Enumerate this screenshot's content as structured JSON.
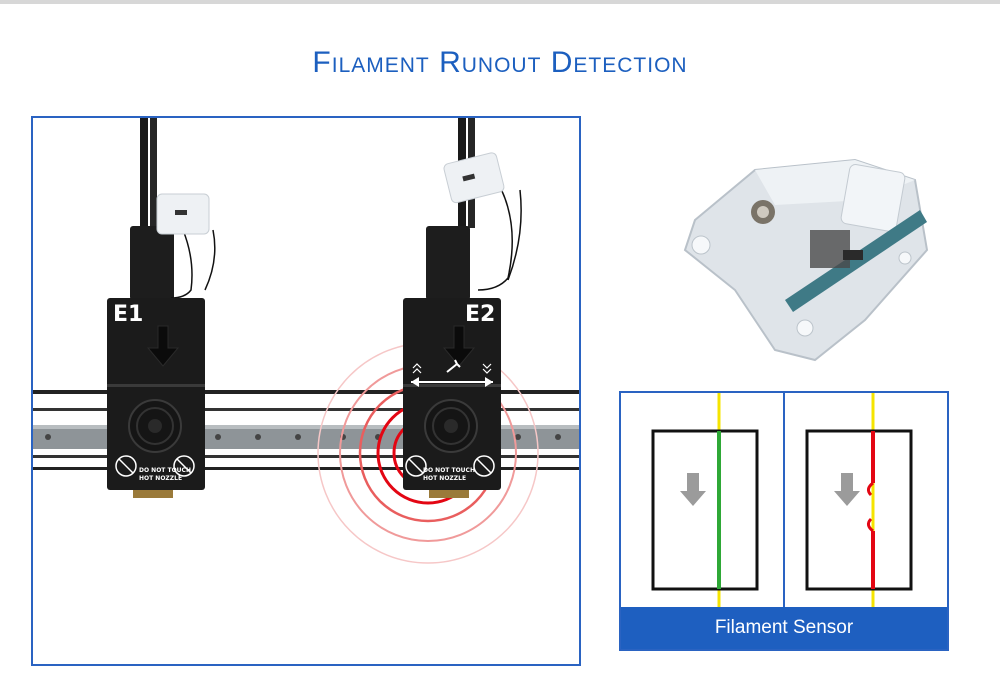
{
  "title": "Filament Runout Detection",
  "photo": {
    "head_left_label": "E1",
    "head_right_label": "E2",
    "warning_line1": "DO NOT TOUCH",
    "warning_line2": "HOT NOZZLE"
  },
  "diagram": {
    "caption": "Filament Sensor"
  },
  "colors": {
    "accent": "#1c5fbf",
    "signal_red": "#e30613",
    "filament_ok": "#2ea836",
    "filament_yellow": "#f5e400"
  }
}
